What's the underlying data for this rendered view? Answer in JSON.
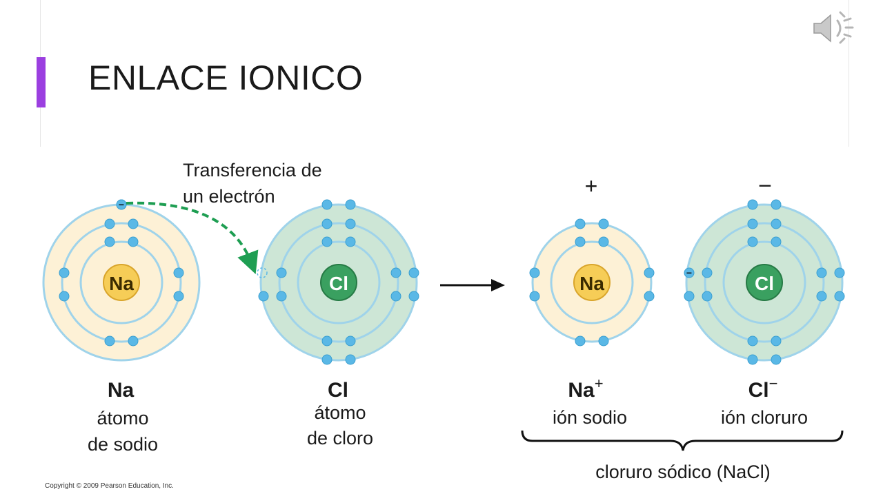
{
  "slide": {
    "title": "ENLACE IONICO",
    "accent_color": "#9b3fe0",
    "speaker_icon": "speaker-icon"
  },
  "diagram": {
    "transfer_label": [
      "Transferencia de",
      "un electrón"
    ],
    "atoms": {
      "na_atom": {
        "nucleus": "Na",
        "symbol": "Na",
        "caption": [
          "átomo",
          "de sodio"
        ]
      },
      "cl_atom": {
        "nucleus": "Cl",
        "symbol": "Cl",
        "caption": [
          "átomo",
          "de cloro"
        ]
      },
      "na_ion": {
        "nucleus": "Na",
        "symbol": "Na",
        "superscript": "+",
        "caption": "ión sodio",
        "charge": "+"
      },
      "cl_ion": {
        "nucleus": "Cl",
        "symbol": "Cl",
        "superscript": "−",
        "caption": "ión cloruro",
        "charge": "−"
      }
    },
    "electron_charge_sign": "−",
    "compound_label": "cloruro sódico (NaCl)",
    "copyright": "Copyright © 2009 Pearson Education, Inc.",
    "colors": {
      "na_shell_fill": "#fdf1d6",
      "cl_shell_fill": "#cde6d6",
      "shell_stroke": "#9fd3ea",
      "electron": "#5ab8e6",
      "na_nucleus": "#f6cd57",
      "cl_nucleus": "#3aa060",
      "transfer_arrow": "#1e9e52",
      "reaction_arrow": "#111111"
    }
  }
}
